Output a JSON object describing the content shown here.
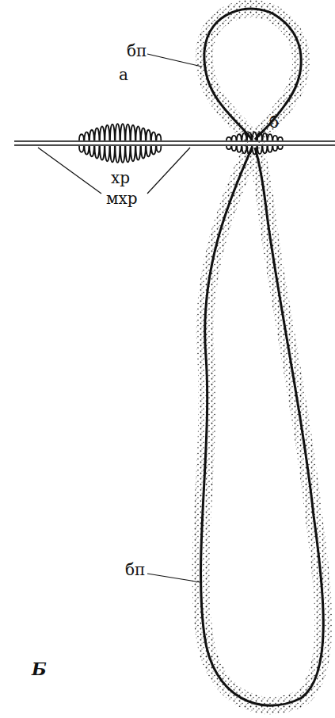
{
  "diagram": {
    "labels": [
      "бп",
      "а",
      "б",
      "хр",
      "мхр",
      "бп",
      "Б"
    ]
  }
}
